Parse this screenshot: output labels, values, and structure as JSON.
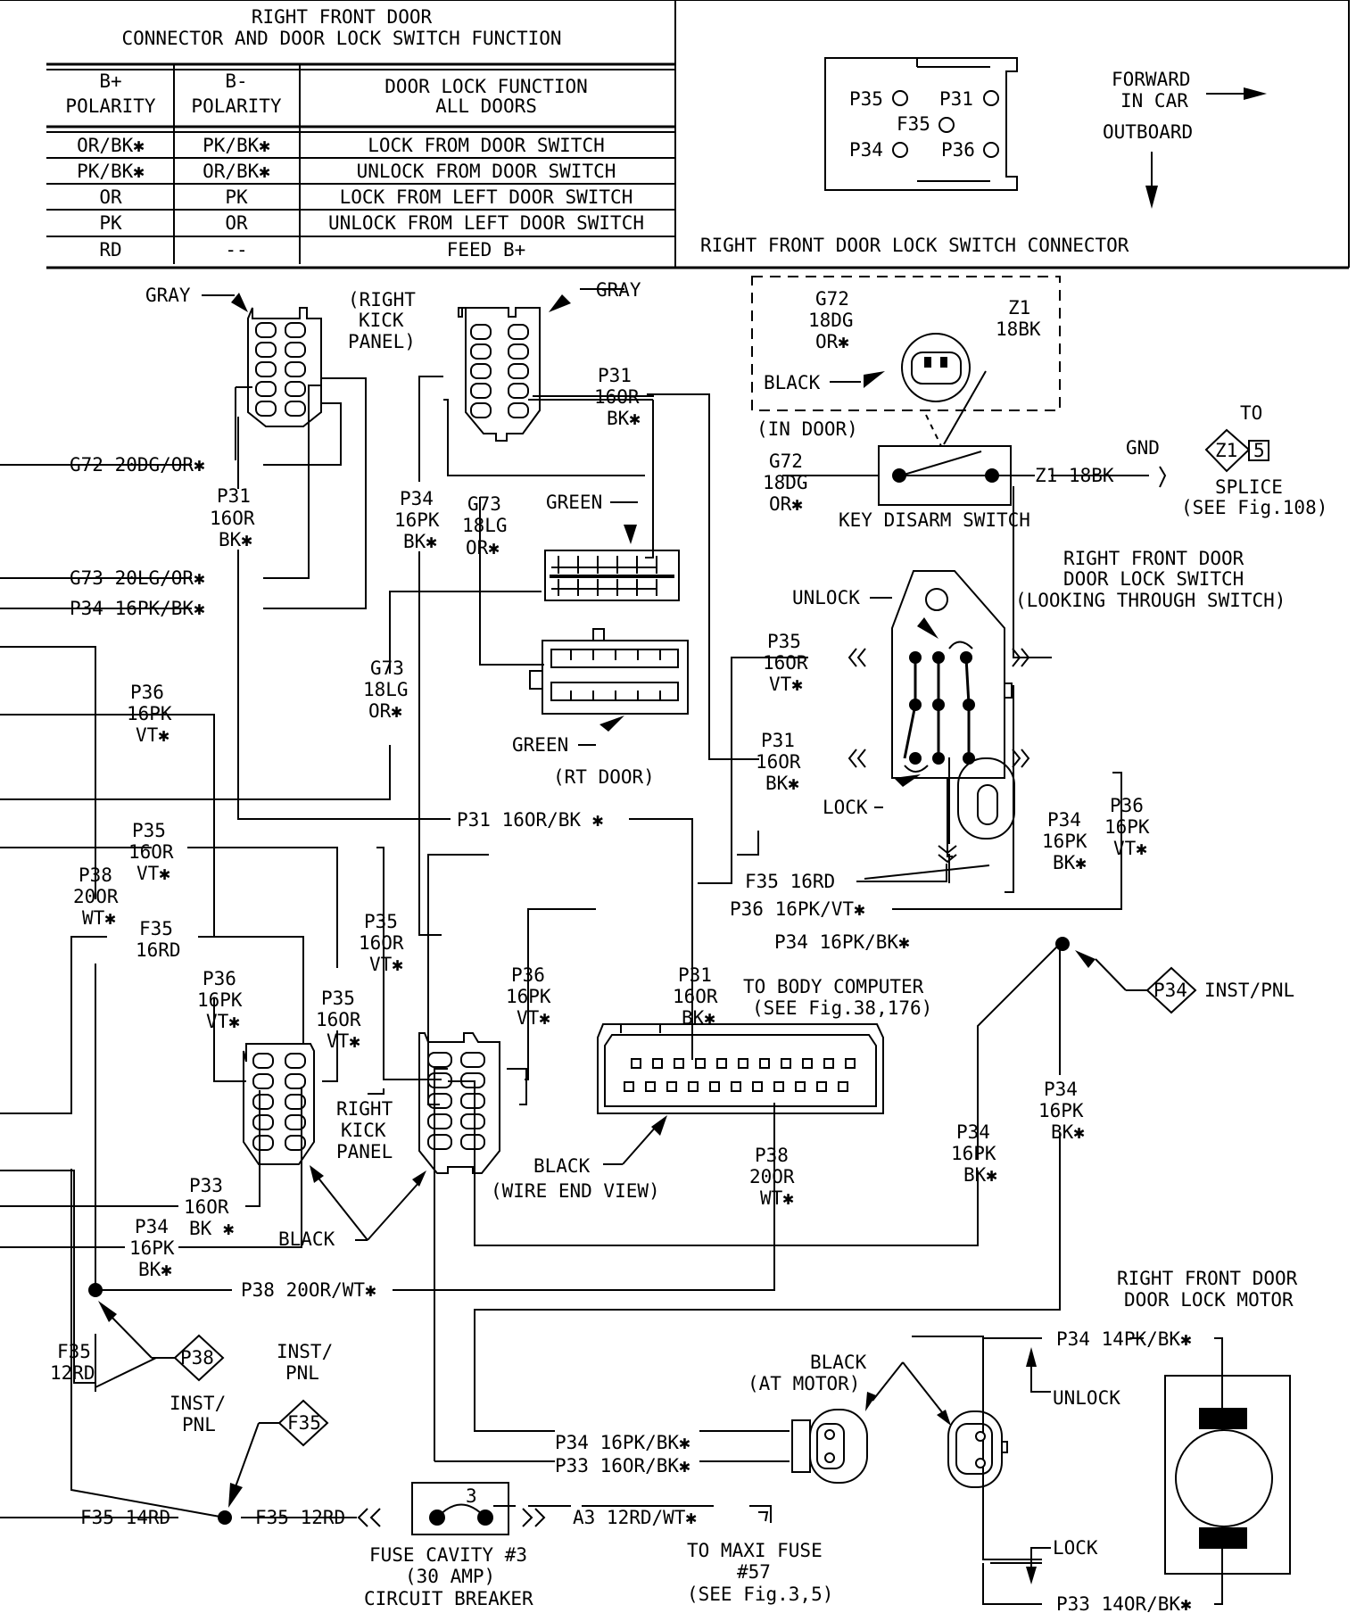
{
  "table": {
    "title1": "RIGHT FRONT DOOR",
    "title2": "CONNECTOR AND DOOR LOCK SWITCH FUNCTION",
    "headers": [
      [
        "B+",
        "POLARITY"
      ],
      [
        "B-",
        "POLARITY"
      ],
      [
        "DOOR LOCK FUNCTION",
        "ALL DOORS"
      ]
    ],
    "rows": [
      [
        "OR/BK✱",
        "PK/BK✱",
        "LOCK FROM DOOR SWITCH"
      ],
      [
        "PK/BK✱",
        "OR/BK✱",
        "UNLOCK FROM DOOR SWITCH"
      ],
      [
        "OR",
        "PK",
        "LOCK FROM LEFT DOOR SWITCH"
      ],
      [
        "PK",
        "OR",
        "UNLOCK FROM LEFT DOOR SWITCH"
      ],
      [
        "RD",
        "--",
        "FEED B+"
      ]
    ]
  },
  "connector_view": {
    "pins": [
      "P35",
      "P31",
      "F35",
      "P34",
      "P36"
    ],
    "forward": [
      "FORWARD",
      "IN CAR"
    ],
    "outboard": "OUTBOARD",
    "caption": "RIGHT FRONT DOOR LOCK SWITCH CONNECTOR"
  },
  "labels": {
    "gray_left": "GRAY",
    "gray_right": "GRAY",
    "kick_panel_top": [
      "(RIGHT",
      "KICK",
      "PANEL)"
    ],
    "g72_row": "G72 20DG/OR✱",
    "g73_row": "G73 20LG/OR✱",
    "p34_row": "P34 16PK/BK✱",
    "p31_v1": [
      "P31",
      "16OR",
      "BK✱"
    ],
    "p34_v1": [
      "P34",
      "16PK",
      "BK✱"
    ],
    "g73_v1": [
      "G73",
      "18LG",
      "OR✱"
    ],
    "p31_v2": [
      "P31",
      "16OR",
      "BK✱"
    ],
    "green_top": "GREEN",
    "green_bottom": "GREEN",
    "rt_door": "(RT DOOR)",
    "g73_v2": [
      "G73",
      "18LG",
      "OR✱"
    ],
    "key_g72": [
      "G72",
      "18DG",
      "OR✱"
    ],
    "key_z1": [
      "Z1",
      "18BK"
    ],
    "black_in_door": "BLACK",
    "in_door": "(IN DOOR)",
    "g72_v": [
      "G72",
      "18DG",
      "OR✱"
    ],
    "z1_row": "Z1 18BK",
    "gnd": "GND",
    "key_disarm": "KEY DISARM SWITCH",
    "splice_to": "TO",
    "splice_id": "Z1",
    "splice_num": "5",
    "splice_txt": [
      "SPLICE",
      "(SEE Fig.108)"
    ],
    "switch_title": [
      "RIGHT FRONT DOOR",
      "DOOR LOCK SWITCH",
      "(LOOKING THROUGH SWITCH)"
    ],
    "unlock": "UNLOCK",
    "lock": "LOCK",
    "p35_sw": [
      "P35",
      "16OR",
      "VT✱"
    ],
    "p31_sw": [
      "P31",
      "16OR",
      "BK✱"
    ],
    "p36_left": [
      "P36",
      "16PK",
      "VT✱"
    ],
    "p31_row": "P31 16OR/BK ✱",
    "p35_left": [
      "P35",
      "16OR",
      "VT✱"
    ],
    "p38_left": [
      "P38",
      "20OR",
      "WT✱"
    ],
    "f35_left": [
      "F35",
      "16RD"
    ],
    "f35_row": "F35 16RD",
    "p36_row": "P36 16PK/VT✱",
    "p34_row2": "P34 16PK/BK✱",
    "p34_sw": [
      "P34",
      "16PK",
      "BK✱"
    ],
    "p36_sw": [
      "P36",
      "16PK",
      "VT✱"
    ],
    "p35_mid": [
      "P35",
      "16OR",
      "VT✱"
    ],
    "p36_mid": [
      "P36",
      "16PK",
      "VT✱"
    ],
    "p36_lower": [
      "P36",
      "16PK",
      "VT✱"
    ],
    "p35_lower": [
      "P35",
      "16OR",
      "VT✱"
    ],
    "p31_bc": [
      "P31",
      "16OR",
      "BK✱"
    ],
    "body_computer": [
      "TO BODY COMPUTER",
      "(SEE Fig.38,176)"
    ],
    "p34_inst": "P34",
    "inst_pnl": "INST/PNL",
    "kick_panel_bottom": [
      "RIGHT",
      "KICK",
      "PANEL"
    ],
    "black_wire_end": "BLACK",
    "wire_end_view": "(WIRE END VIEW)",
    "p38_bc": [
      "P38",
      "20OR",
      "WT✱"
    ],
    "p34_right": [
      "P34",
      "16PK",
      "BK✱"
    ],
    "p34_mid2": [
      "P34",
      "16PK",
      "BK✱"
    ],
    "p33_left": [
      "P33",
      "16OR",
      "BK ✱"
    ],
    "p34_left2": [
      "P34",
      "16PK",
      "BK✱"
    ],
    "black_kick": "BLACK",
    "p38_row": "P38 20OR/WT✱",
    "motor_title": [
      "RIGHT FRONT DOOR",
      "DOOR LOCK MOTOR"
    ],
    "f35_12rd_v": [
      "F35",
      "12RD"
    ],
    "p38_inst": "P38",
    "inst_pnl_2": [
      "INST/",
      "PNL"
    ],
    "inst_pnl_3": [
      "INST/",
      "PNL"
    ],
    "f35_diamond": "F35",
    "black_at_motor": [
      "BLACK",
      "(AT MOTOR)"
    ],
    "p34_14": "P34 14PK/BK✱",
    "unlock_motor": "UNLOCK",
    "lock_motor": "LOCK",
    "p33_14": "P33 14OR/BK✱",
    "p34_motor": "P34 16PK/BK✱",
    "p33_motor": "P33 16OR/BK✱",
    "f35_14rd": "F35 14RD",
    "f35_12rd": "F35 12RD",
    "fuse_num": "3",
    "a3": "A3 12RD/WT✱",
    "fuse_caption": [
      "FUSE CAVITY #3",
      "(30 AMP)",
      "CIRCUIT BREAKER"
    ],
    "maxi": [
      "TO MAXI FUSE",
      "#57",
      "(SEE Fig.3,5)"
    ]
  }
}
